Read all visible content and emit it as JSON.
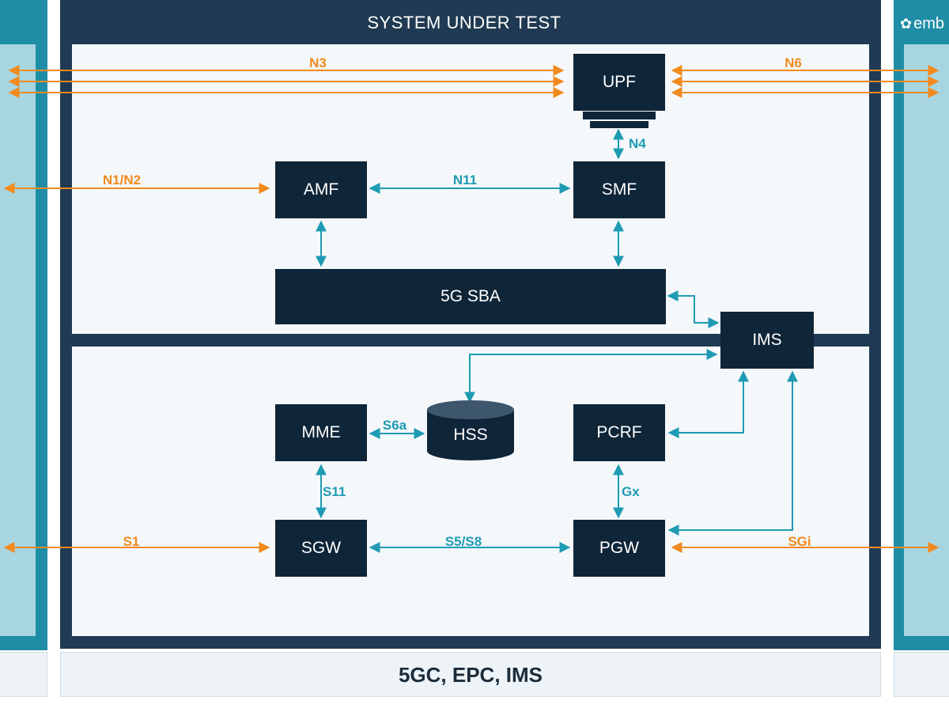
{
  "frame": {
    "title": "SYSTEM UNDER TEST",
    "footer": "5GC, EPC, IMS",
    "logo_text": "emb"
  },
  "nodes": {
    "upf": "UPF",
    "amf": "AMF",
    "smf": "SMF",
    "sba": "5G SBA",
    "ims": "IMS",
    "hss": "HSS",
    "mme": "MME",
    "pcrf": "PCRF",
    "sgw": "SGW",
    "pgw": "PGW"
  },
  "interfaces": {
    "n3": "N3",
    "n6": "N6",
    "n4": "N4",
    "n1n2": "N1/N2",
    "n11": "N11",
    "s6a": "S6a",
    "s11": "S11",
    "gx": "Gx",
    "s1": "S1",
    "s5s8": "S5/S8",
    "sgi": "SGi"
  },
  "colors": {
    "orange_link": "#f28a1e",
    "teal_link": "#1f9bb3",
    "node_fill": "#0f2538",
    "frame": "#1f3a52",
    "side_panel": "#1f8da6"
  }
}
